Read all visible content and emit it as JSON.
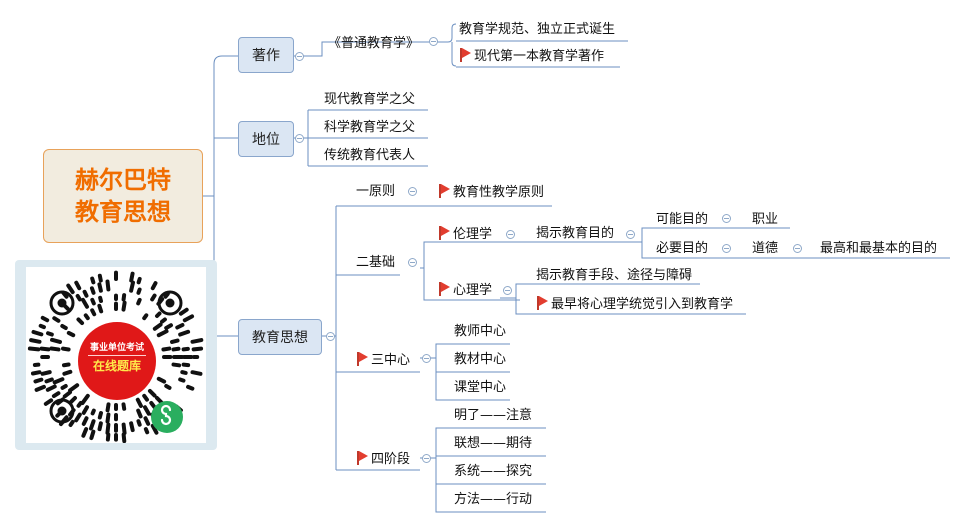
{
  "root": {
    "line1": "赫尔巴特",
    "line2": "教育思想"
  },
  "branches": {
    "works": {
      "label": "著作",
      "book": "《普通教育学》",
      "items": [
        "教育学规范、独立正式诞生",
        "现代第一本教育学著作"
      ]
    },
    "status": {
      "label": "地位",
      "items": [
        "现代教育学之父",
        "科学教育学之父",
        "传统教育代表人"
      ]
    },
    "thought": {
      "label": "教育思想",
      "one_principle": {
        "label": "一原则",
        "item": "教育性教学原则"
      },
      "two_foundations": {
        "label": "二基础",
        "ethics": {
          "label": "伦理学",
          "goal": "揭示教育目的",
          "possible": {
            "label": "可能目的",
            "value": "职业"
          },
          "necessary": {
            "label": "必要目的",
            "value": "道德",
            "note": "最高和最基本的目的"
          }
        },
        "psychology": {
          "label": "心理学",
          "items": [
            "揭示教育手段、途径与障碍",
            "最早将心理学统觉引入到教育学"
          ]
        }
      },
      "three_centers": {
        "label": "三中心",
        "items": [
          "教师中心",
          "教材中心",
          "课堂中心"
        ]
      },
      "four_stages": {
        "label": "四阶段",
        "items": [
          "明了——注意",
          "联想——期待",
          "系统——探究",
          "方法——行动"
        ]
      }
    }
  },
  "qr": {
    "line1": "事业单位考试",
    "line2": "在线题库"
  },
  "colors": {
    "line": "#6b8fc0",
    "accent": "#f06d00",
    "flag": "#e23d2f",
    "badge": "#e01818",
    "mini_program": "#2aae5f"
  }
}
